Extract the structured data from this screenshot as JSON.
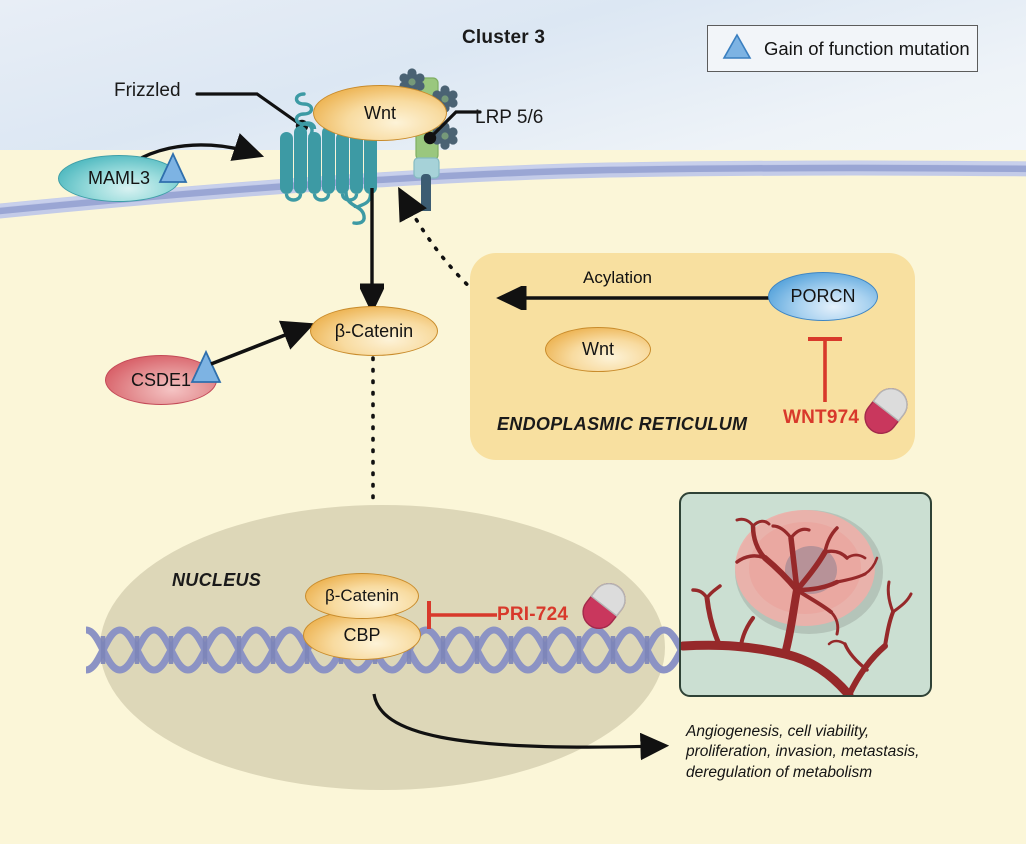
{
  "figure": {
    "title": "Cluster 3",
    "domain": "wnt-beta-catenin-signaling-pathway"
  },
  "legend": {
    "icon": "gain-of-function-triangle-icon",
    "label": "Gain of function mutation",
    "triangle_color": "#7db3e3",
    "border_color": "#5c5c5c"
  },
  "compartments": {
    "extracellular": "",
    "cytoplasm": "",
    "endoplasmic_reticulum": "ENDOPLASMIC RETICULUM",
    "nucleus": "NUCLEUS"
  },
  "membrane": {
    "name": "plasma-membrane",
    "color": "#9aa6d4"
  },
  "receptors": {
    "frizzled": {
      "label": "Frizzled",
      "color": "#3d9aa4",
      "helices": 7
    },
    "lrp": {
      "label": "LRP 5/6",
      "body_color": "#9ac77e",
      "propeller_color": "#4a6273",
      "stem_color": "#3c5c72"
    }
  },
  "proteins": [
    {
      "name": "wnt-membrane",
      "label": "Wnt",
      "color": "#edb454",
      "location": "extracellular"
    },
    {
      "name": "maml3",
      "label": "MAML3",
      "color": "#56bcc2",
      "mutation": "gain-of-function",
      "location": "membrane"
    },
    {
      "name": "csde1",
      "label": "CSDE1",
      "color": "#d86068",
      "mutation": "gain-of-function",
      "location": "cytoplasm"
    },
    {
      "name": "beta-catenin-cytoplasm",
      "label": "β-Catenin",
      "color": "#edb454",
      "location": "cytoplasm"
    },
    {
      "name": "porcn",
      "label": "PORCN",
      "color": "#5fa8dd",
      "location": "endoplasmic-reticulum"
    },
    {
      "name": "wnt-er",
      "label": "Wnt",
      "color": "#edb454",
      "location": "endoplasmic-reticulum"
    },
    {
      "name": "beta-catenin-nucleus",
      "label": "β-Catenin",
      "color": "#edb454",
      "location": "nucleus"
    },
    {
      "name": "cbp",
      "label": "CBP",
      "color": "#edb454",
      "location": "nucleus"
    }
  ],
  "processes": {
    "acylation": "Acylation"
  },
  "drugs": [
    {
      "name": "wnt974",
      "label": "WNT974",
      "target": "PORCN",
      "color": "#d8392b",
      "icon": "pill-capsule-icon"
    },
    {
      "name": "pri724",
      "label": "PRI-724",
      "target": "β-Catenin/CBP",
      "color": "#d8392b",
      "icon": "pill-capsule-icon"
    }
  ],
  "dna": {
    "name": "dna-double-helix",
    "color": "#8c93c4"
  },
  "tumor_panel": {
    "name": "tumor-angiogenesis-illustration",
    "background": "#cbdfd2",
    "vessel_color": "#9e2b28",
    "tumor_color": "#e8a9a2"
  },
  "outcomes": {
    "line1": "Angiogenesis, cell viability,",
    "line2": "proliferation, invasion, metastasis,",
    "line3": "deregulation of metabolism"
  }
}
